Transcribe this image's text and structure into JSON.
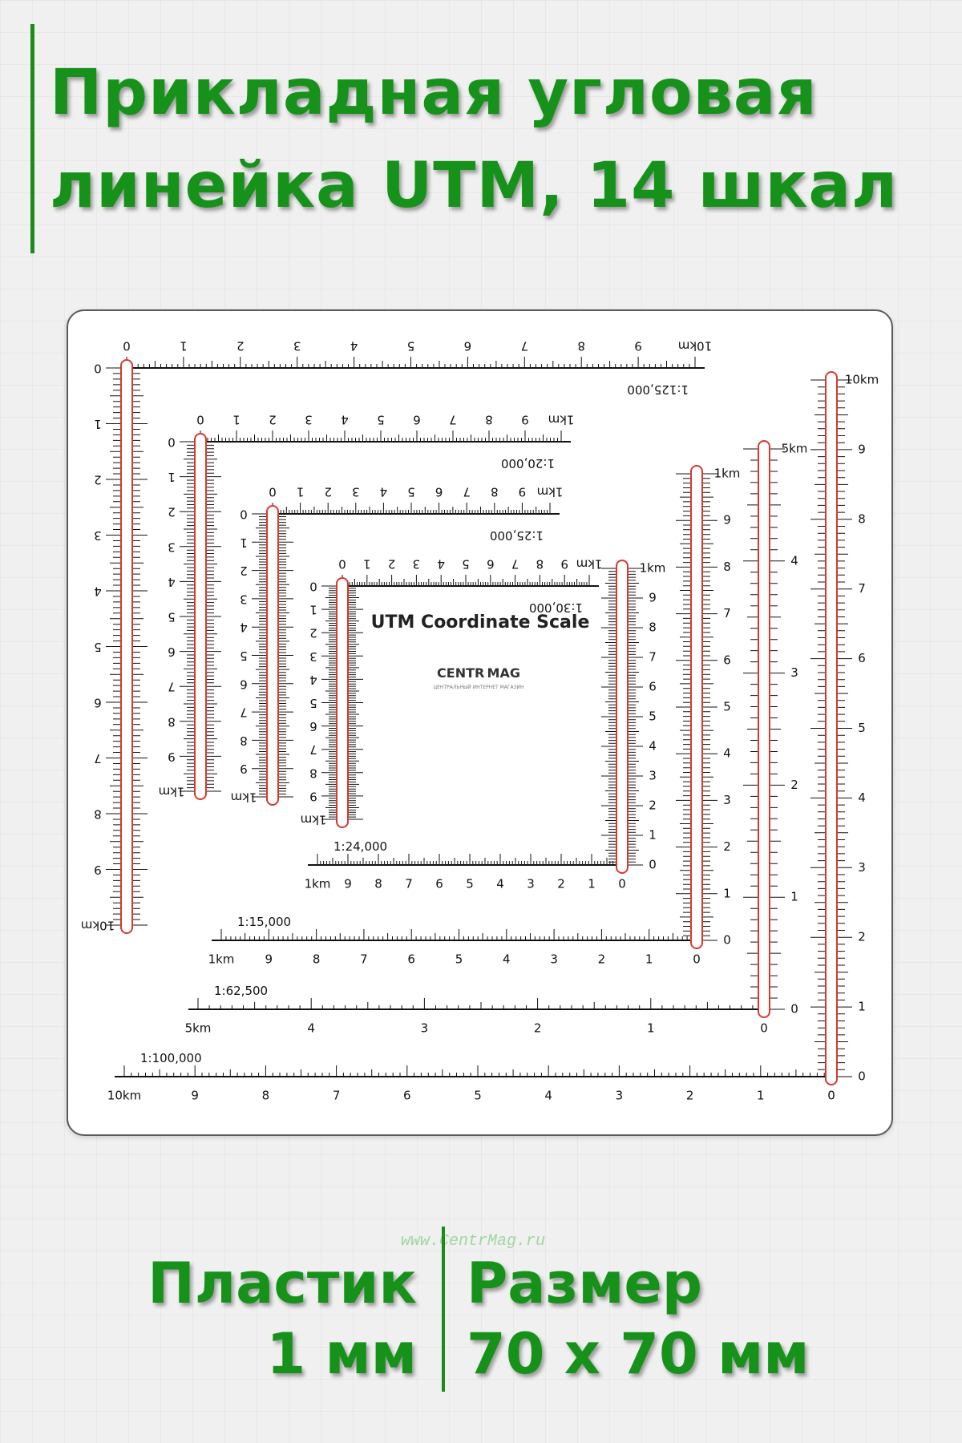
{
  "title": {
    "line1": "Прикладная угловая",
    "line2": "линейка UTM, 14 шкал"
  },
  "ruler": {
    "heading": "UTM Coordinate Scale",
    "logo": {
      "text": "CENTR MAG",
      "tagline": "ЦЕНТРАЛЬНЫЙ ИНТЕРНЕТ МАГАЗИН"
    },
    "scales": [
      {
        "scale": "1:125,000",
        "labels": [
          "0",
          "1",
          "2",
          "3",
          "4",
          "5",
          "6",
          "7",
          "8",
          "9",
          "10km"
        ]
      },
      {
        "scale": "1:20,000",
        "labels": [
          "0",
          "1",
          "2",
          "3",
          "4",
          "5",
          "6",
          "7",
          "8",
          "9",
          "1km"
        ]
      },
      {
        "scale": "1:25,000",
        "labels": [
          "0",
          "1",
          "2",
          "3",
          "4",
          "5",
          "6",
          "7",
          "8",
          "9",
          "1km"
        ]
      },
      {
        "scale": "1:30,000",
        "labels": [
          "0",
          "1",
          "2",
          "3",
          "4",
          "5",
          "6",
          "7",
          "8",
          "9",
          "1km"
        ]
      },
      {
        "scale": "1:24,000",
        "labels": [
          "0",
          "1",
          "2",
          "3",
          "4",
          "5",
          "6",
          "7",
          "8",
          "9",
          "1km"
        ]
      },
      {
        "scale": "1:15,000",
        "labels": [
          "0",
          "1",
          "2",
          "3",
          "4",
          "5",
          "6",
          "7",
          "8",
          "9",
          "1km"
        ]
      },
      {
        "scale": "1:62,500",
        "labels": [
          "0",
          "1",
          "2",
          "3",
          "4",
          "5km"
        ]
      },
      {
        "scale": "1:100,000",
        "labels": [
          "0",
          "1",
          "2",
          "3",
          "4",
          "5",
          "6",
          "7",
          "8",
          "9",
          "10km"
        ]
      }
    ],
    "colors": {
      "slot": "#d9382b",
      "ink": "#111111"
    }
  },
  "footer": {
    "watermark": "www.CentrMag.ru",
    "material_label": "Пластик",
    "material_value": "1 мм",
    "size_label": "Размер",
    "size_value": "70 x 70 мм"
  },
  "colors": {
    "accent": "#16921a"
  }
}
